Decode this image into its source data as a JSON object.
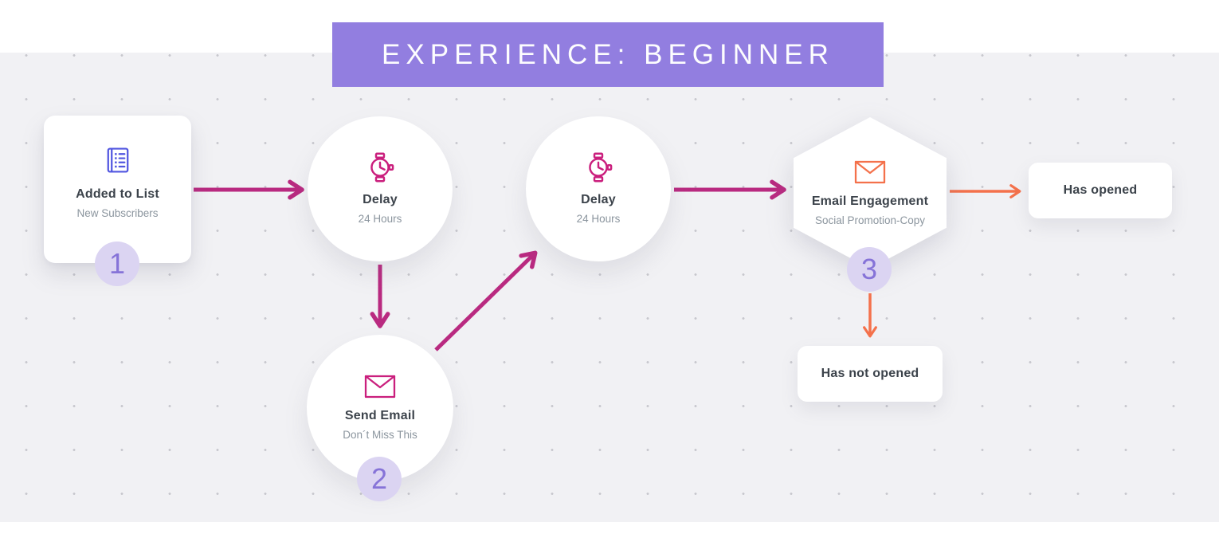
{
  "banner": {
    "title": "EXPERIENCE: BEGINNER"
  },
  "colors": {
    "banner_purple": "#927ee0",
    "flow_magenta": "#b92a80",
    "flow_orange": "#f4714b",
    "trigger_icon_indigo": "#5156e0",
    "badge_lavender": "#dbd4f2",
    "badge_number_purple": "#8673d8",
    "title_text": "#3c434b",
    "subtitle_text": "#8b959e",
    "canvas_gray": "#f1f1f4"
  },
  "nodes": [
    {
      "id": "added-to-list",
      "type": "card",
      "icon": "list-icon",
      "title": "Added to List",
      "subtitle": "New Subscribers",
      "badge": "1"
    },
    {
      "id": "delay-1",
      "type": "circle",
      "icon": "watch-icon",
      "title": "Delay",
      "subtitle": "24 Hours"
    },
    {
      "id": "send-email",
      "type": "circle",
      "icon": "envelope-icon",
      "title": "Send Email",
      "subtitle": "Don´t Miss This",
      "badge": "2"
    },
    {
      "id": "delay-2",
      "type": "circle",
      "icon": "watch-icon",
      "title": "Delay",
      "subtitle": "24 Hours"
    },
    {
      "id": "email-engagement",
      "type": "hexagon",
      "icon": "envelope-icon",
      "title": "Email Engagement",
      "subtitle": "Social Promotion-Copy",
      "badge": "3"
    },
    {
      "id": "has-opened",
      "type": "outcome",
      "title": "Has opened"
    },
    {
      "id": "has-not-opened",
      "type": "outcome",
      "title": "Has not opened"
    }
  ]
}
